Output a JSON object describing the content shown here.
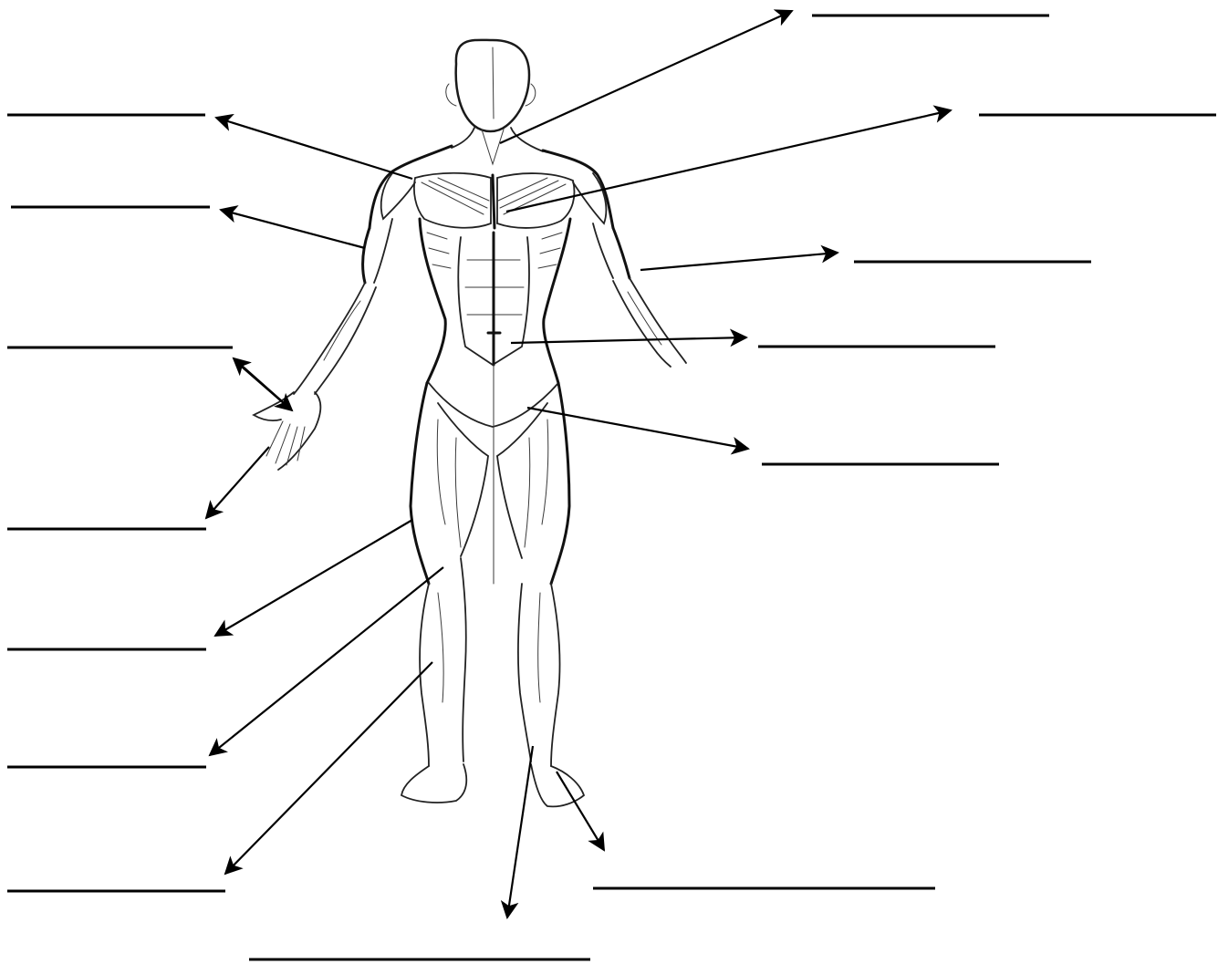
{
  "worksheet": {
    "subject": "human-muscular-system-anterior-view",
    "labels": [
      {
        "id": "neck",
        "text": ""
      },
      {
        "id": "deltoid",
        "text": ""
      },
      {
        "id": "pectoral",
        "text": ""
      },
      {
        "id": "biceps",
        "text": ""
      },
      {
        "id": "forearm-flexors",
        "text": ""
      },
      {
        "id": "abdominals",
        "text": ""
      },
      {
        "id": "wrist",
        "text": ""
      },
      {
        "id": "groin",
        "text": ""
      },
      {
        "id": "fingers",
        "text": ""
      },
      {
        "id": "quadriceps",
        "text": ""
      },
      {
        "id": "knee",
        "text": ""
      },
      {
        "id": "shin",
        "text": ""
      },
      {
        "id": "ankle",
        "text": ""
      },
      {
        "id": "foot",
        "text": ""
      }
    ]
  },
  "colors": {
    "line": "#000000",
    "background": "#ffffff",
    "sketch": "#1a1a1a"
  }
}
